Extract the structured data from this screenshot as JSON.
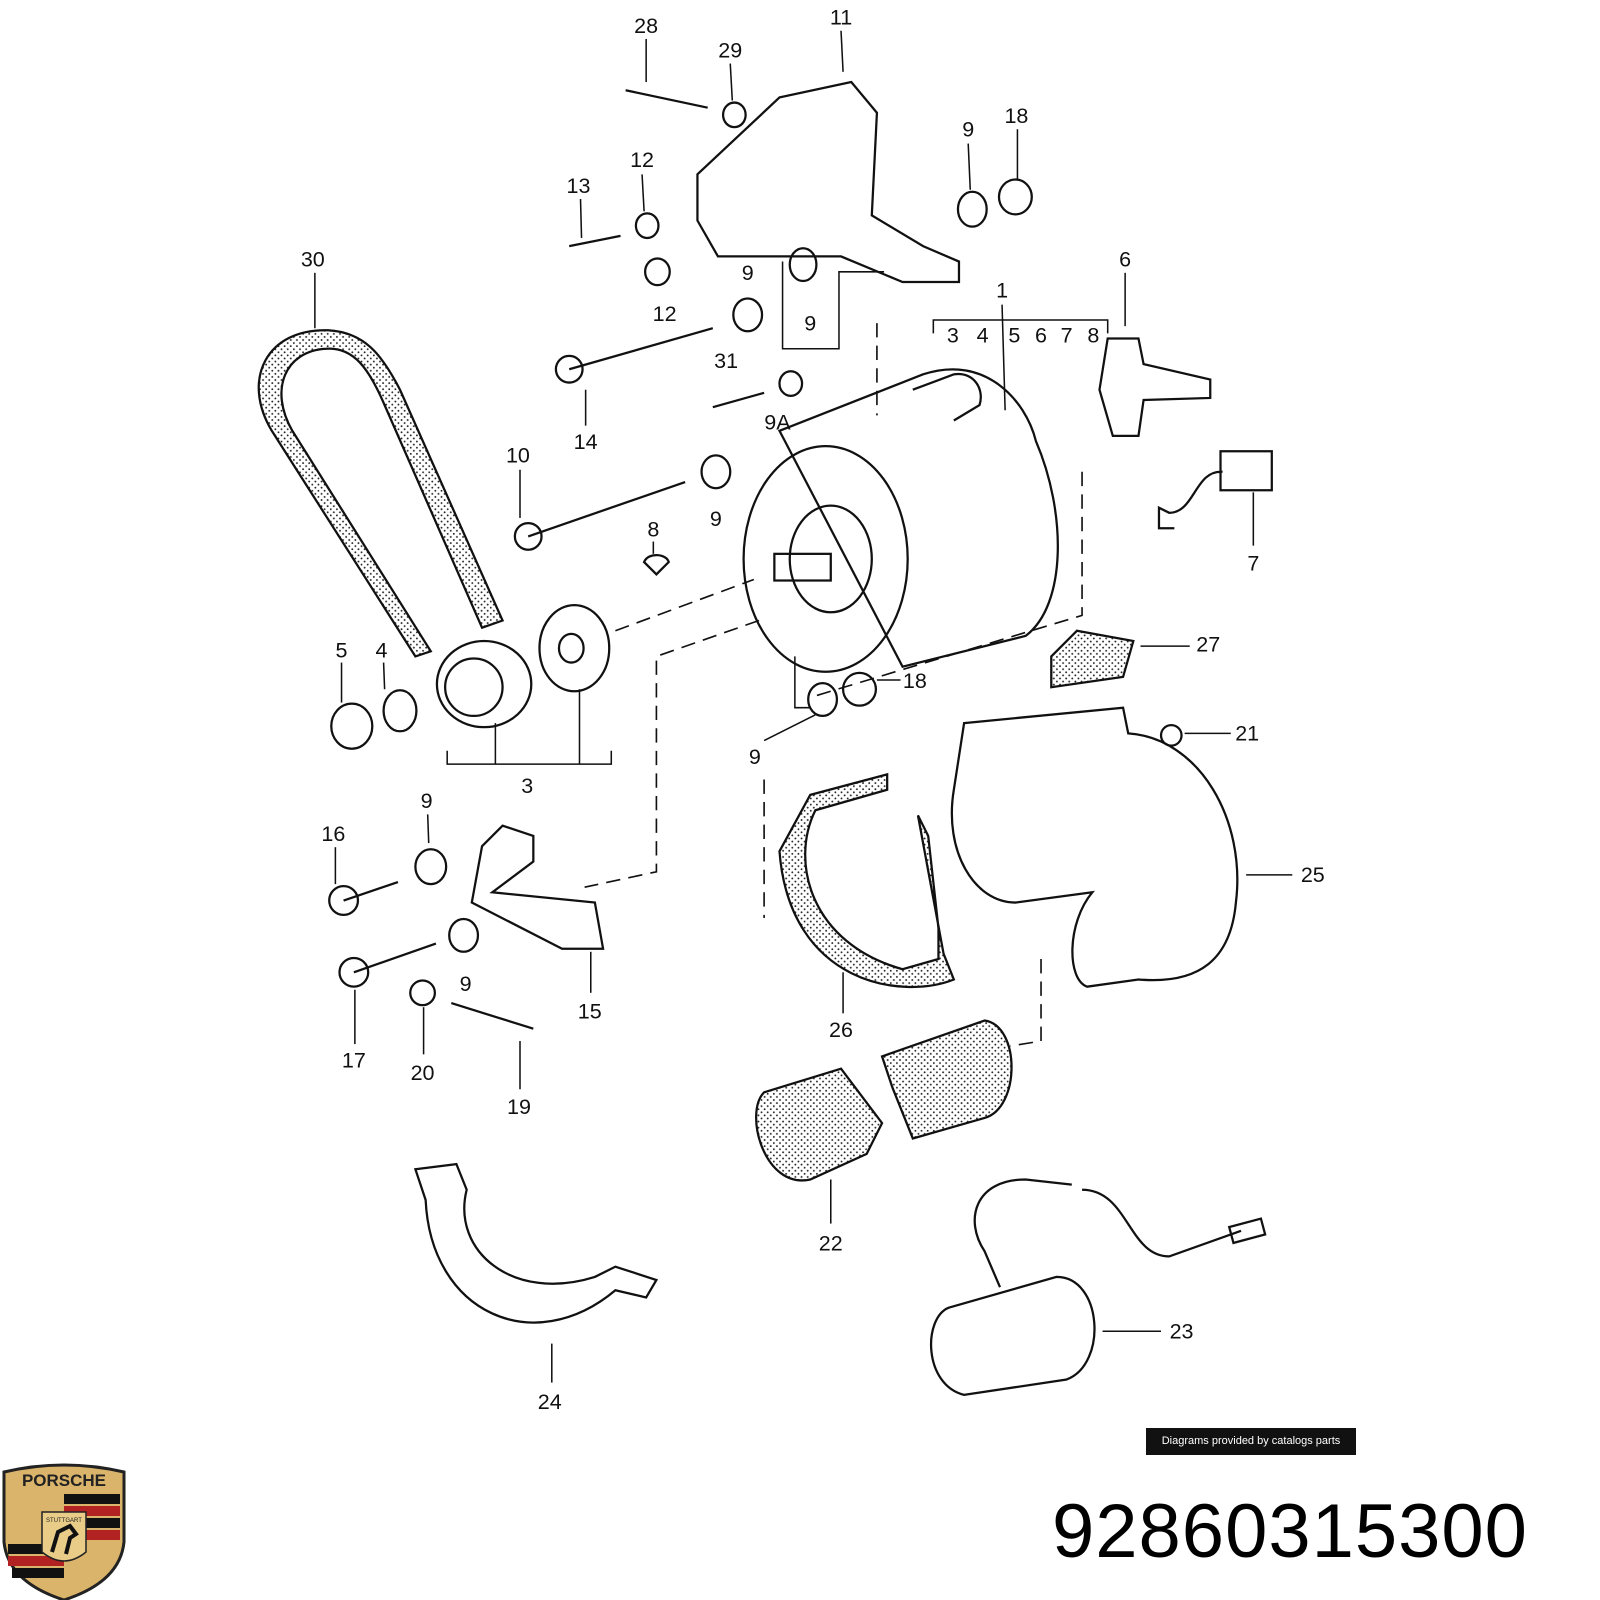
{
  "diagram": {
    "callouts": [
      "28",
      "29",
      "11",
      "9",
      "18",
      "13",
      "12",
      "30",
      "12",
      "9",
      "9",
      "1",
      "3",
      "4",
      "5",
      "6",
      "7",
      "8",
      "6",
      "31",
      "9A",
      "14",
      "10",
      "9",
      "8",
      "7",
      "5",
      "4",
      "27",
      "18",
      "21",
      "9",
      "3",
      "9",
      "16",
      "25",
      "15",
      "9",
      "26",
      "17",
      "20",
      "19",
      "22",
      "23",
      "24"
    ],
    "part_number": "92860315300",
    "credit": "Diagrams provided by catalogs parts"
  },
  "logo": {
    "text": "PORSCHE",
    "sub": "STUTTGART",
    "colors": {
      "gold": "#d9b46a",
      "red": "#b22222",
      "black": "#111111"
    }
  }
}
